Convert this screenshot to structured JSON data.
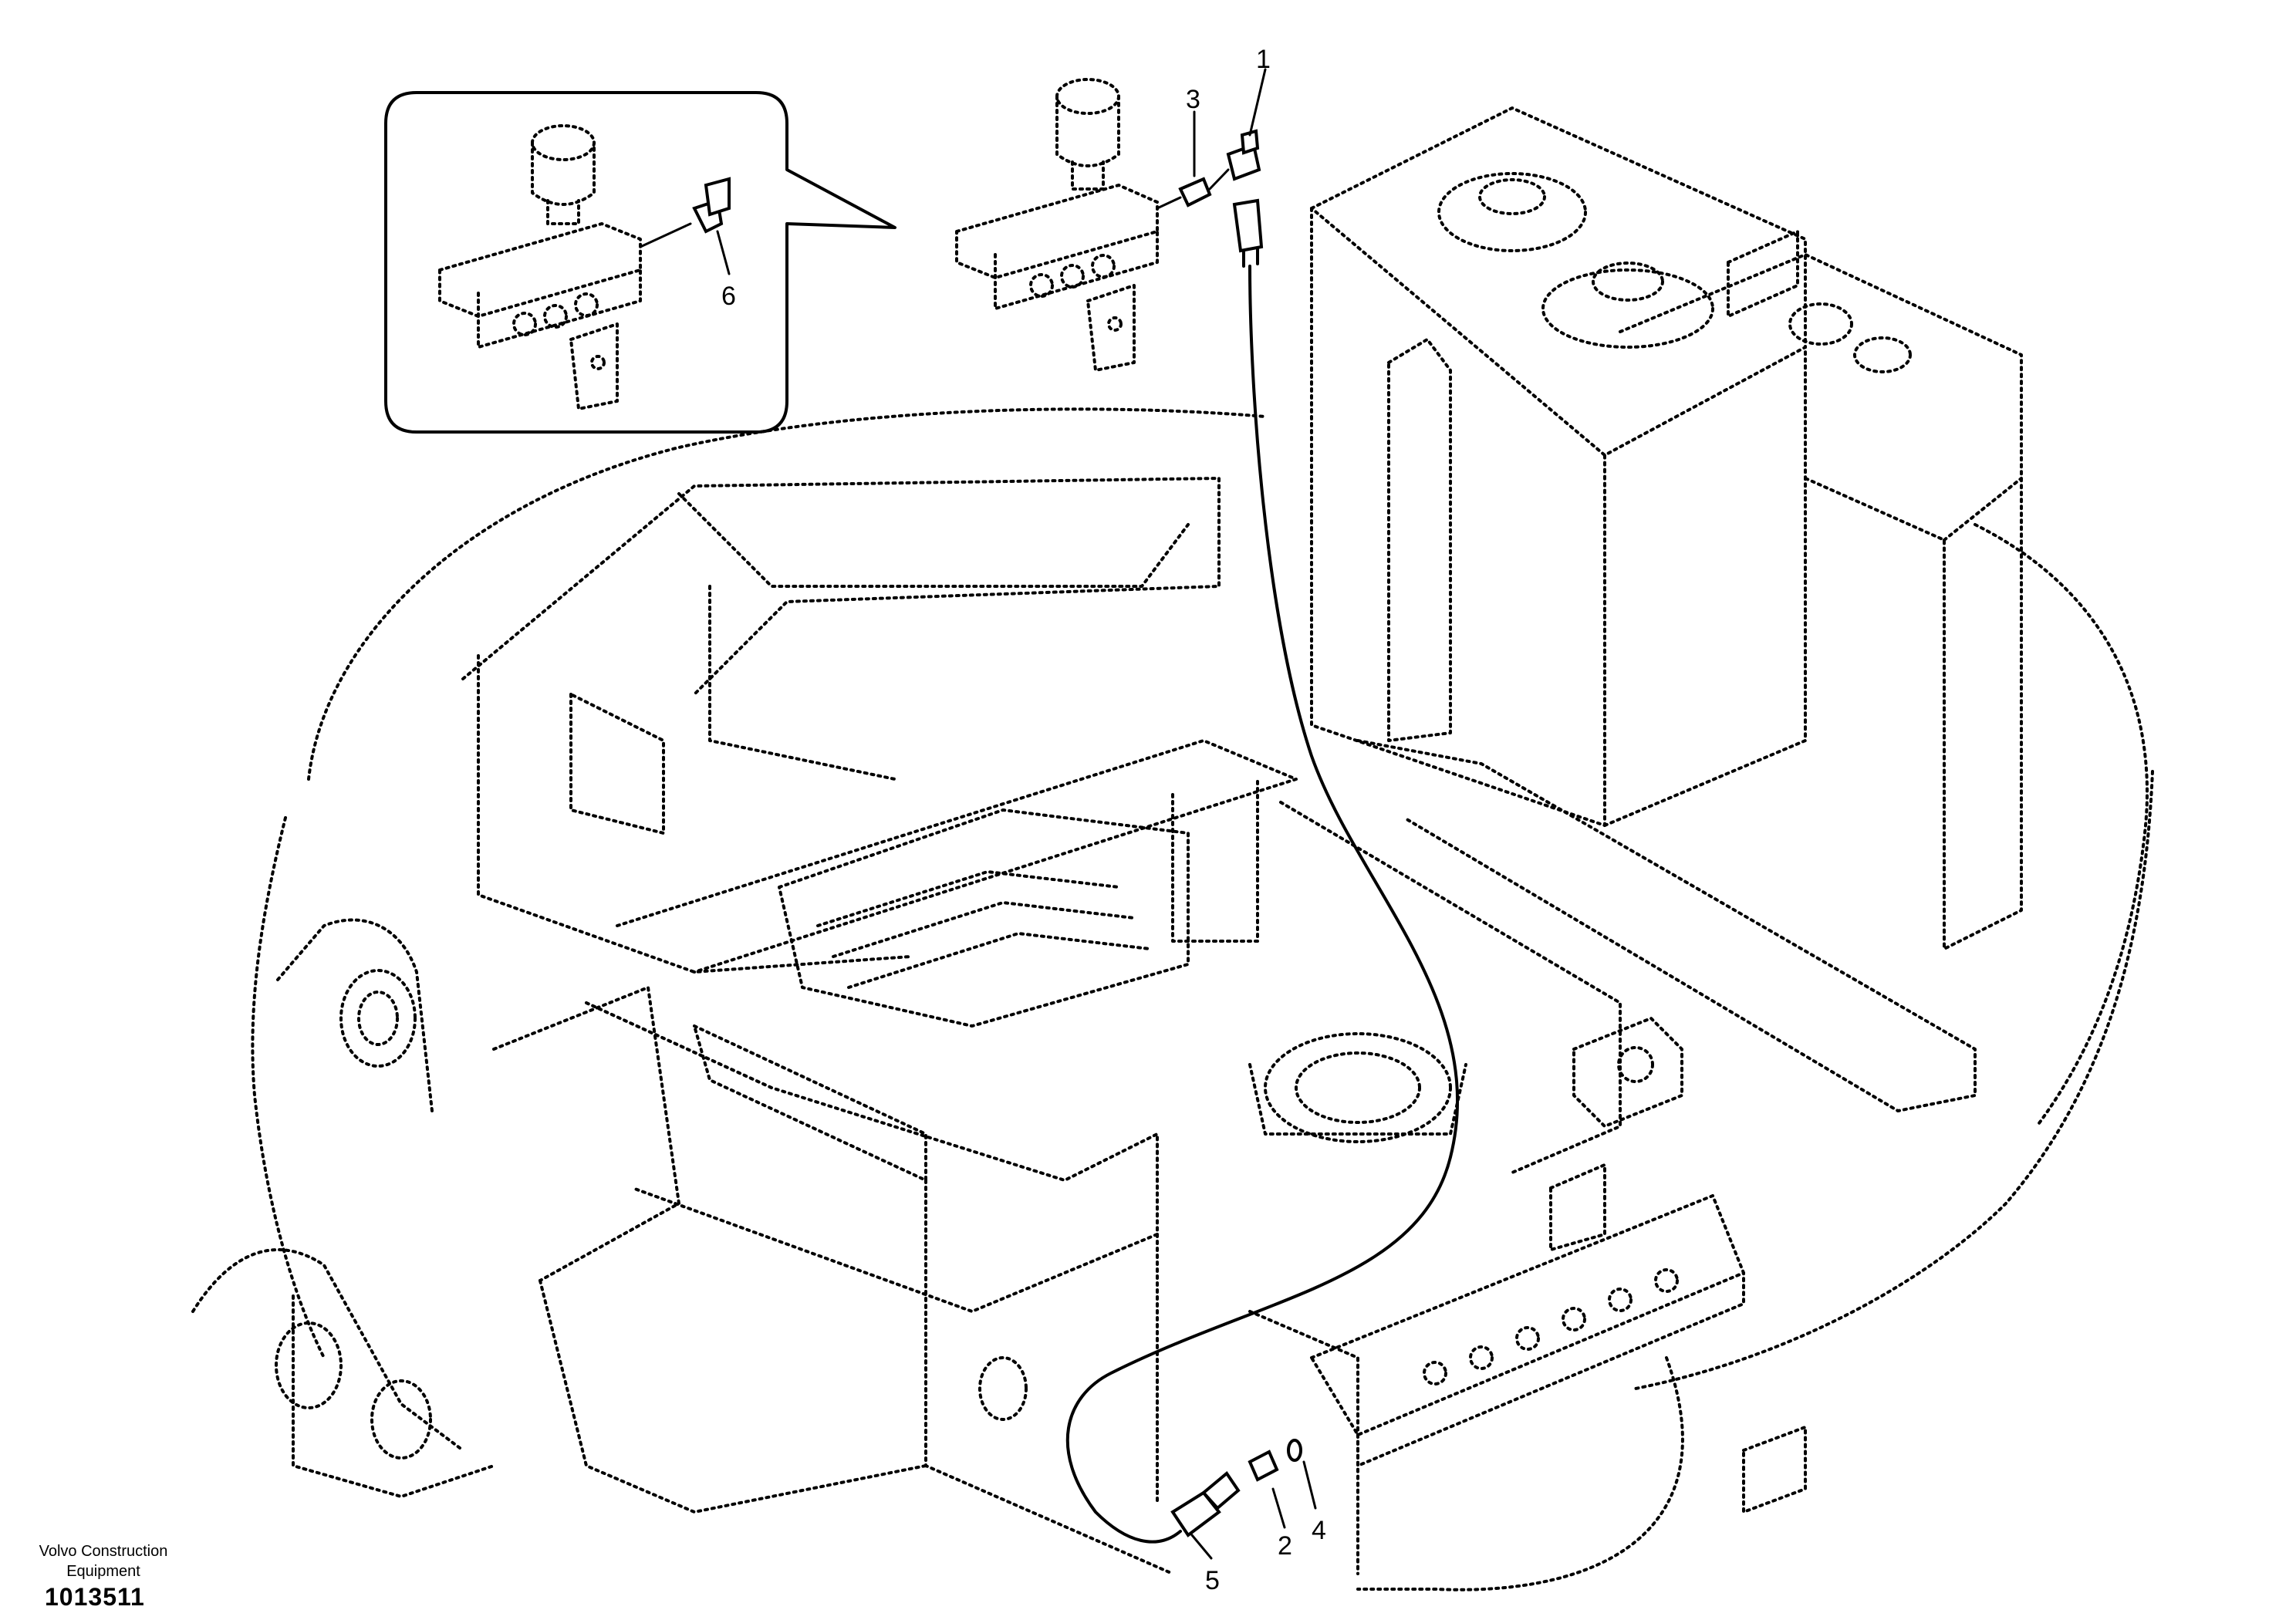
{
  "diagram": {
    "publisher": "Volvo Construction Equipment",
    "publisher_line1": "Volvo Construction",
    "publisher_line2": "Equipment",
    "figure_number": "1013511",
    "callouts": [
      "1",
      "2",
      "3",
      "4",
      "5",
      "6"
    ]
  }
}
